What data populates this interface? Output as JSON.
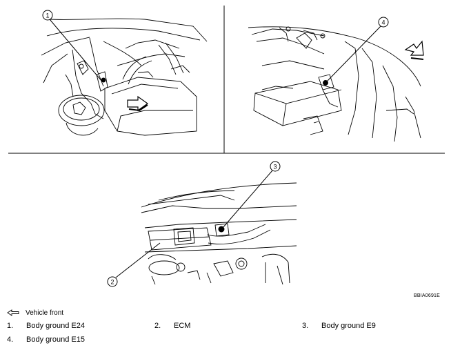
{
  "callouts": [
    "1",
    "4",
    "3",
    "2"
  ],
  "figure_code": "BBIA0691E",
  "front_arrow": {
    "icon": "vehicle-front-arrow-icon",
    "label": "Vehicle front"
  },
  "legend": [
    {
      "num": "1.",
      "label": "Body ground E24"
    },
    {
      "num": "2.",
      "label": "ECM"
    },
    {
      "num": "3.",
      "label": "Body ground E9"
    },
    {
      "num": "4.",
      "label": "Body ground E15"
    }
  ]
}
